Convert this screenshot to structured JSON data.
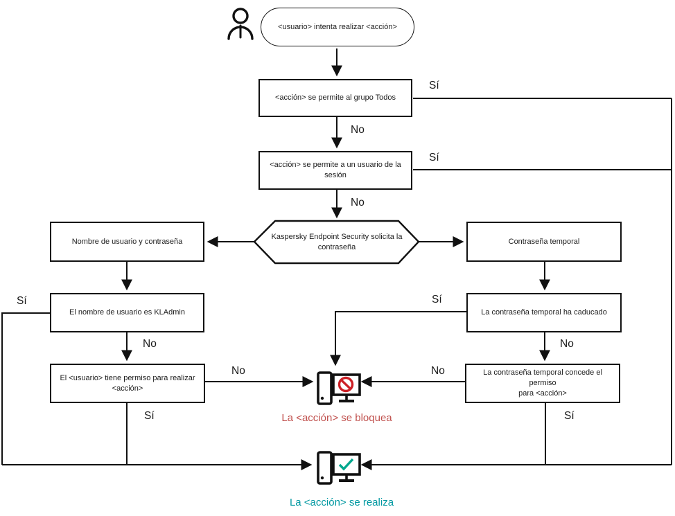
{
  "edge_labels": {
    "yes": "Sí",
    "no": "No"
  },
  "nodes": {
    "start": "<usuario> intenta realizar <acción>",
    "allow_all": "<acción> se permite al grupo Todos",
    "allow_session": "<acción> se permite a un usuario de la\nsesión",
    "request_password": "Kaspersky Endpoint Security solicita la\ncontraseña",
    "username_password": "Nombre de usuario y contraseña",
    "temp_password": "Contraseña temporal",
    "is_kladmin": "El nombre de usuario es KLAdmin",
    "user_has_permission": "El <usuario> tiene permiso para realizar\n<acción>",
    "temp_expired": "La contraseña temporal ha caducado",
    "temp_grants": "La contraseña temporal concede el permiso\npara <acción>"
  },
  "outcomes": {
    "blocked": {
      "text": "La <acción> se bloquea",
      "color": "#c0504d"
    },
    "performed": {
      "text": "La <acción> se realiza",
      "color": "#0098a1"
    }
  },
  "icons": {
    "actor": "user-icon",
    "blocked": "blocked-computer-icon",
    "performed": "allowed-computer-icon",
    "no_sign_color": "#cc2026",
    "check_color": "#00a88e"
  },
  "line_color": "#111111"
}
